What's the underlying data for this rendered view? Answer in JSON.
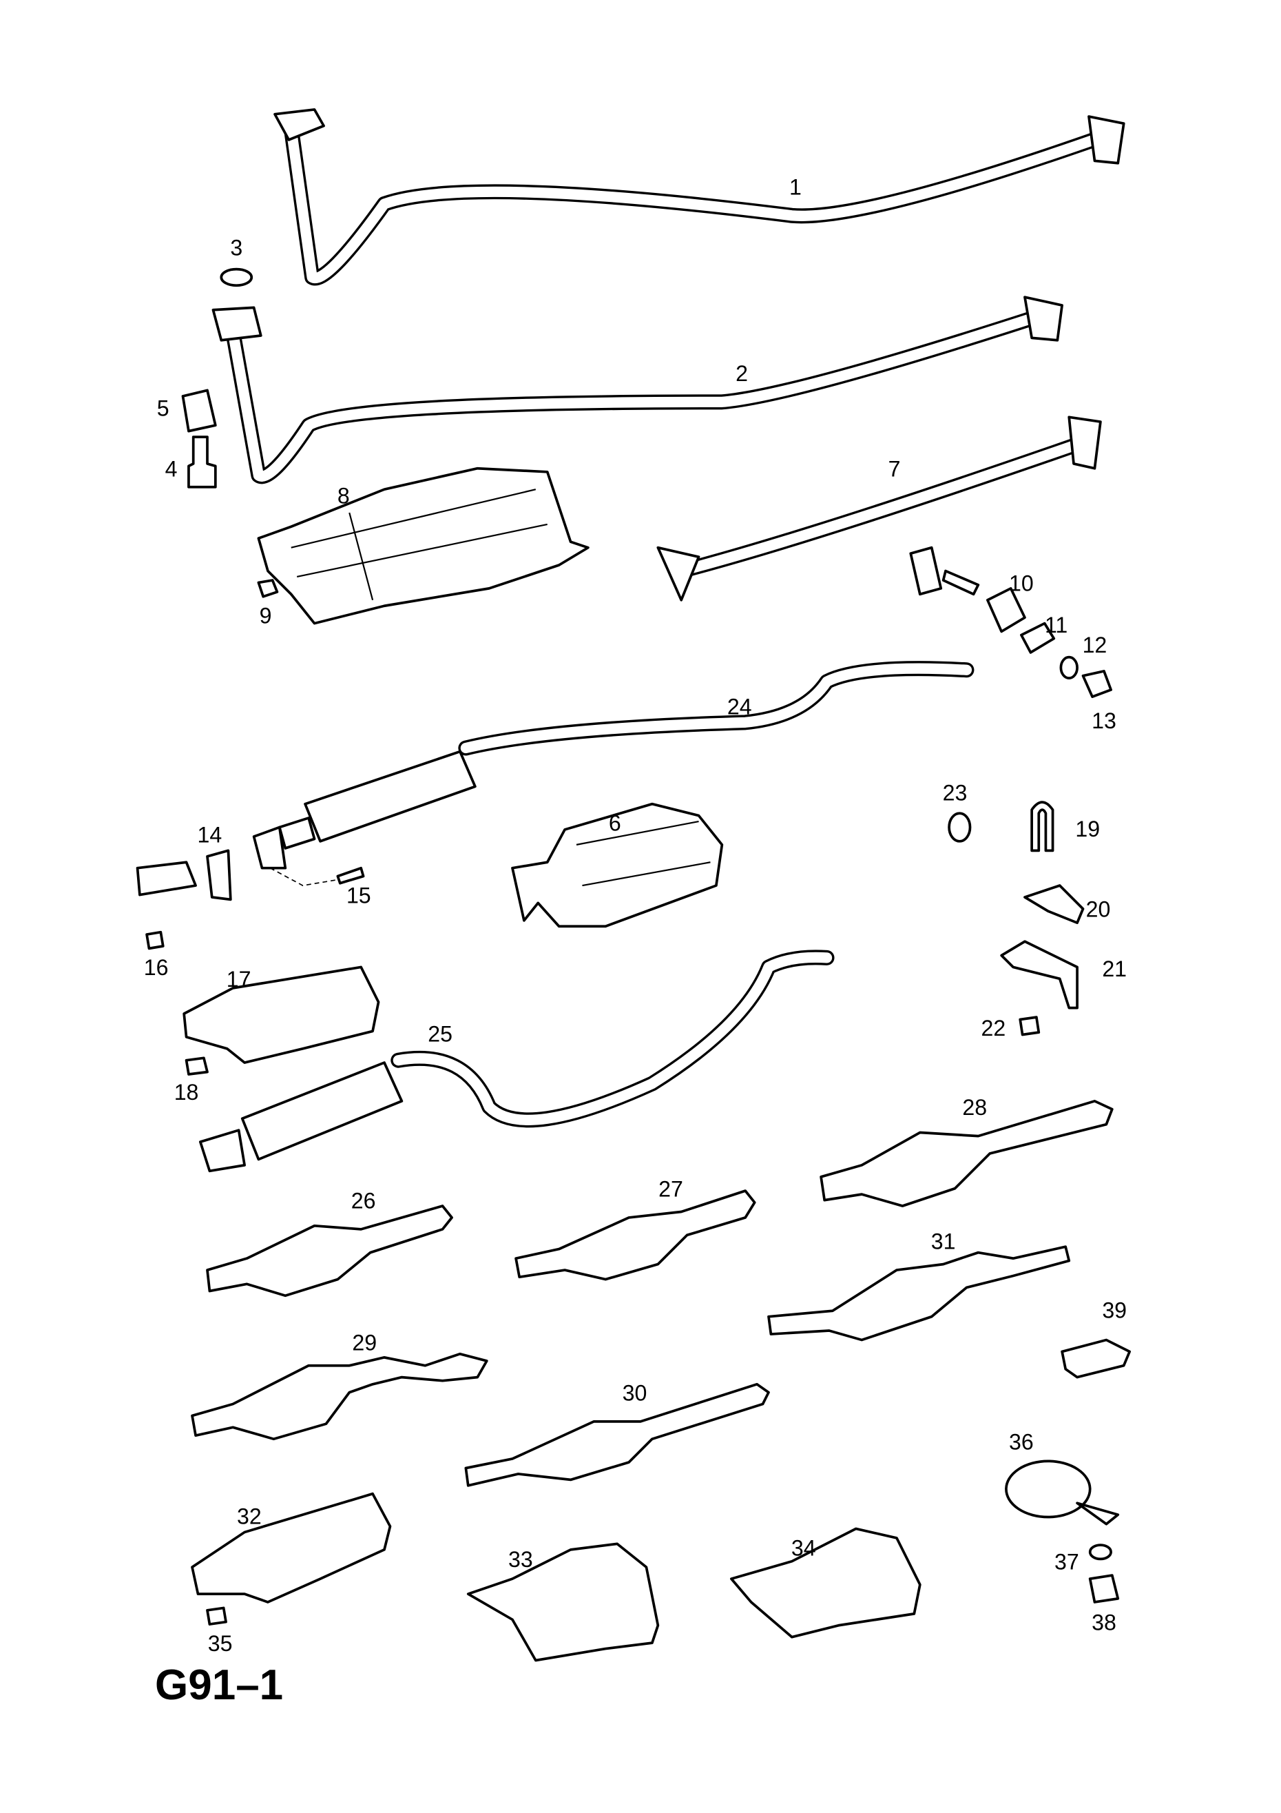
{
  "diagram": {
    "code": "G91–1",
    "callouts": [
      "1",
      "2",
      "3",
      "4",
      "5",
      "6",
      "7",
      "8",
      "9",
      "10",
      "11",
      "12",
      "13",
      "14",
      "15",
      "16",
      "17",
      "18",
      "19",
      "20",
      "21",
      "22",
      "23",
      "24",
      "25",
      "26",
      "27",
      "28",
      "29",
      "30",
      "31",
      "32",
      "33",
      "34",
      "35",
      "36",
      "37",
      "38",
      "39"
    ],
    "line_color": "#000000",
    "background": "#ffffff"
  }
}
